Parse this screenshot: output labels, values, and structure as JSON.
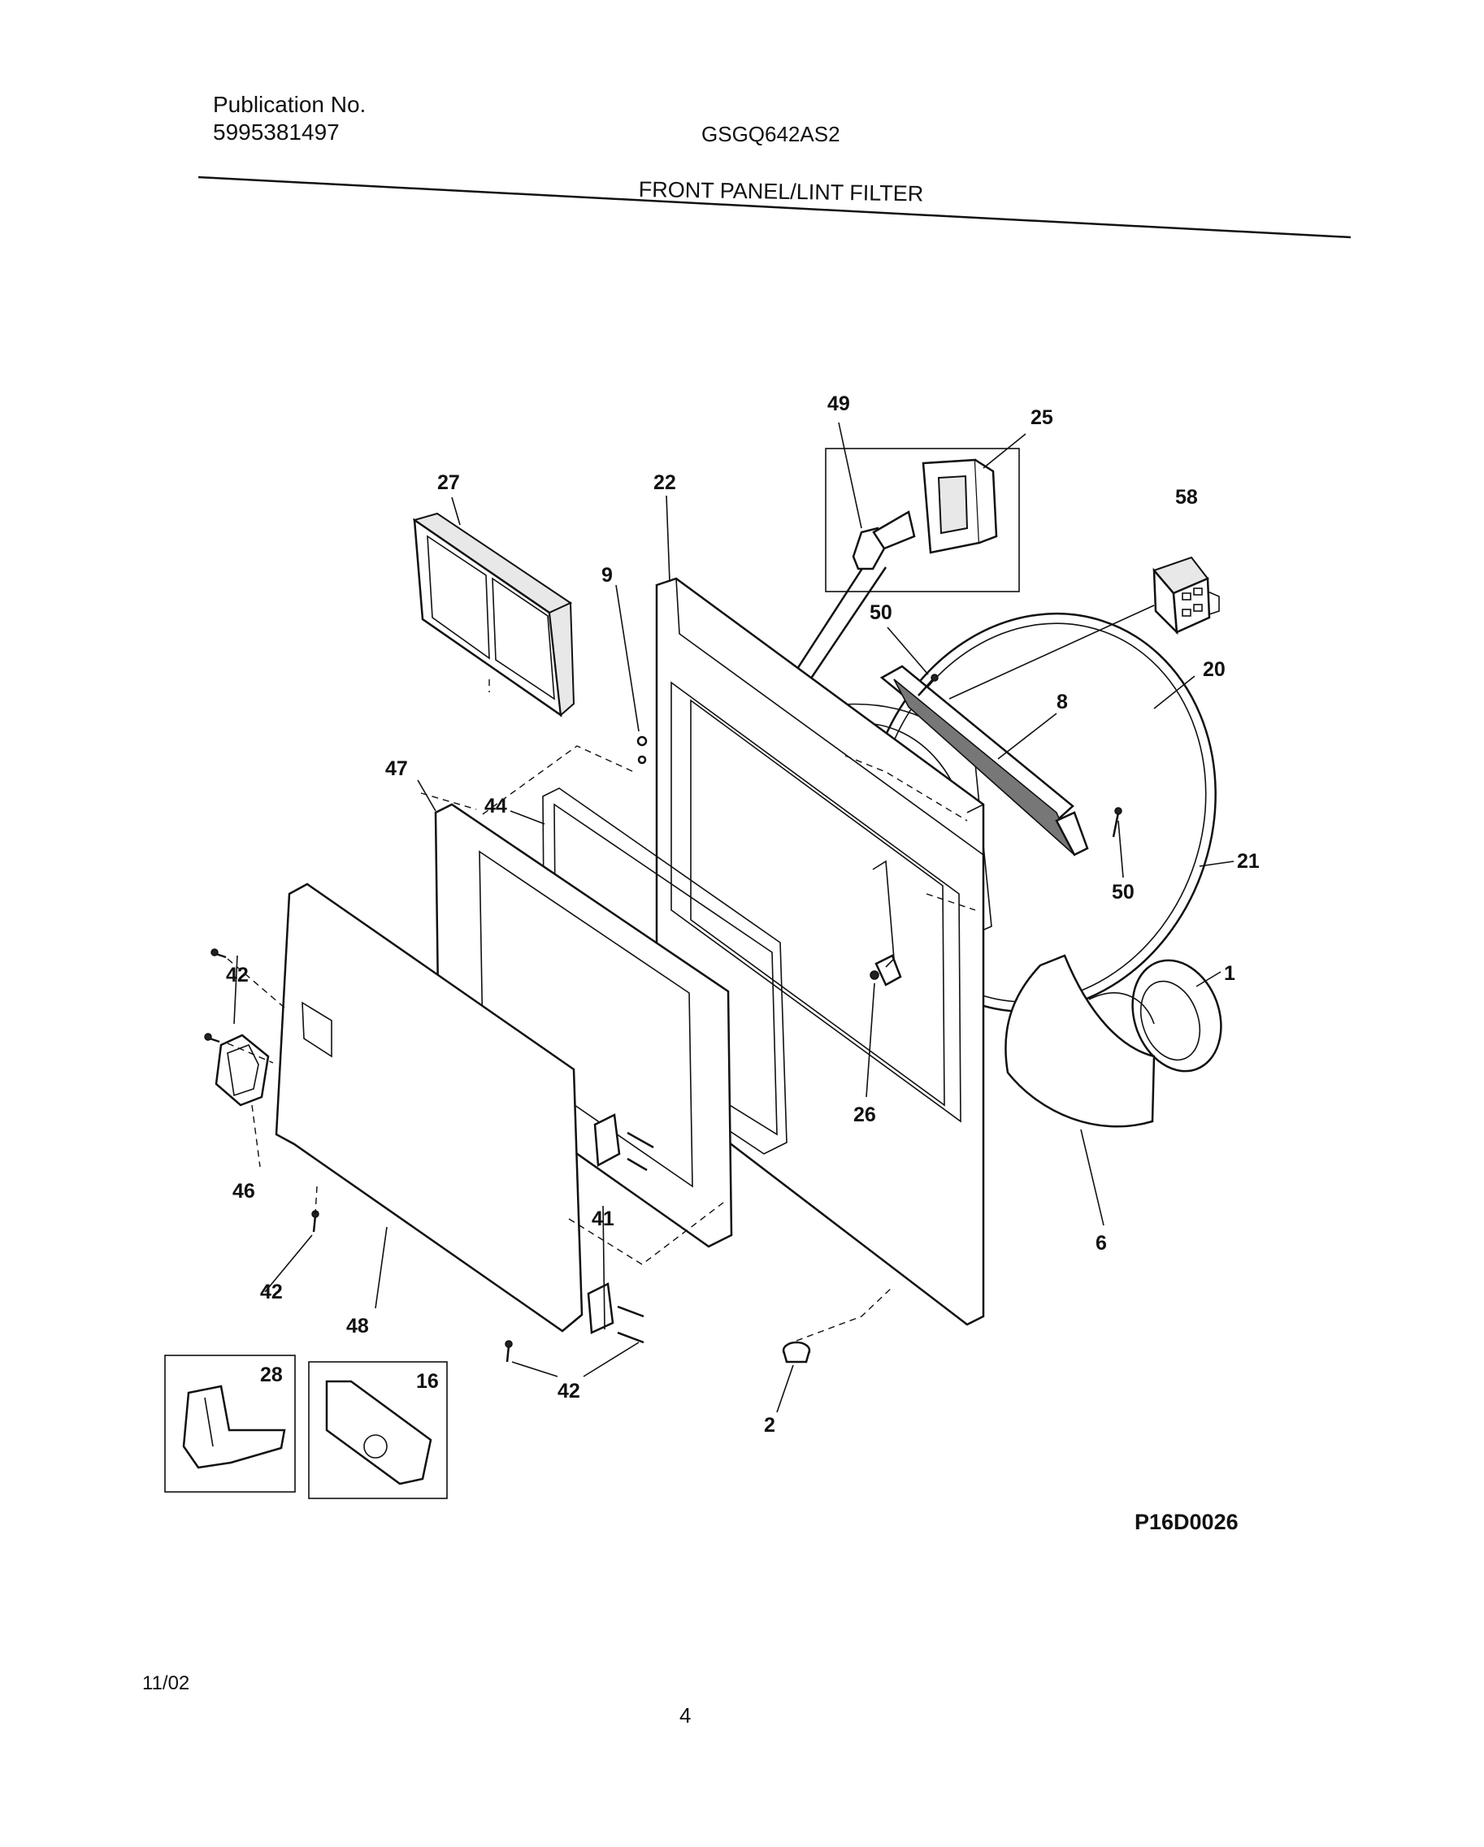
{
  "header": {
    "publication_label": "Publication No.",
    "publication_number": "5995381497",
    "model_number": "GSGQ642AS2",
    "section_title": "FRONT PANEL/LINT FILTER"
  },
  "diagram": {
    "code": "P16D0026",
    "callouts": [
      "49",
      "25",
      "27",
      "22",
      "58",
      "9",
      "50",
      "20",
      "8",
      "47",
      "44",
      "21",
      "50",
      "42",
      "1",
      "26",
      "46",
      "41",
      "6",
      "42",
      "48",
      "42",
      "28",
      "16",
      "2"
    ]
  },
  "footer": {
    "date": "11/02",
    "page_number": "4"
  }
}
